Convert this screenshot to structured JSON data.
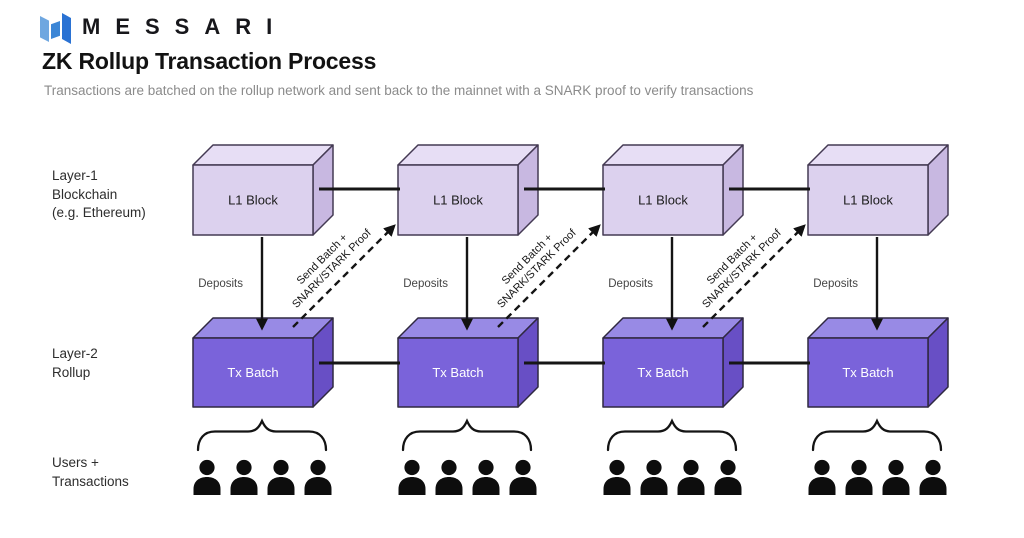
{
  "header": {
    "brand": "MESSARI",
    "title": "ZK Rollup Transaction Process",
    "subtitle": "Transactions are batched on the rollup network and sent back to the mainnet with a SNARK proof to verify transactions"
  },
  "rows": {
    "layer1": {
      "lines": [
        "Layer-1",
        "Blockchain",
        "(e.g. Ethereum)"
      ]
    },
    "layer2": {
      "lines": [
        "Layer-2",
        "Rollup"
      ]
    },
    "users": {
      "lines": [
        "Users +",
        "Transactions"
      ]
    }
  },
  "columns": [
    {
      "l1_label": "L1 Block",
      "l2_label": "Tx Batch",
      "deposits_label": "Deposits"
    },
    {
      "l1_label": "L1 Block",
      "l2_label": "Tx Batch",
      "deposits_label": "Deposits"
    },
    {
      "l1_label": "L1 Block",
      "l2_label": "Tx Batch",
      "deposits_label": "Deposits"
    },
    {
      "l1_label": "L1 Block",
      "l2_label": "Tx Batch",
      "deposits_label": "Deposits"
    }
  ],
  "batch_arrow": {
    "line1": "Send Batch +",
    "line2": "SNARK/STARK Proof"
  },
  "icons": {
    "logo": "messari-logo-icon",
    "user": "person-icon",
    "group": "curly-brace-icon"
  },
  "colors": {
    "l1_box_front": "#dcd1ee",
    "l1_box_top": "#e7def5",
    "l1_box_side": "#c8b8e1",
    "l2_box_front": "#7a63da",
    "l2_box_top": "#988ae5",
    "l2_box_side": "#684fc5",
    "logo_blue_light": "#6fa7e0",
    "logo_blue_mid": "#3c86d6",
    "logo_blue_dark": "#2a72d3",
    "title_black": "#121212",
    "subtitle_gray": "#8b8b8b",
    "line_black": "#141414"
  }
}
